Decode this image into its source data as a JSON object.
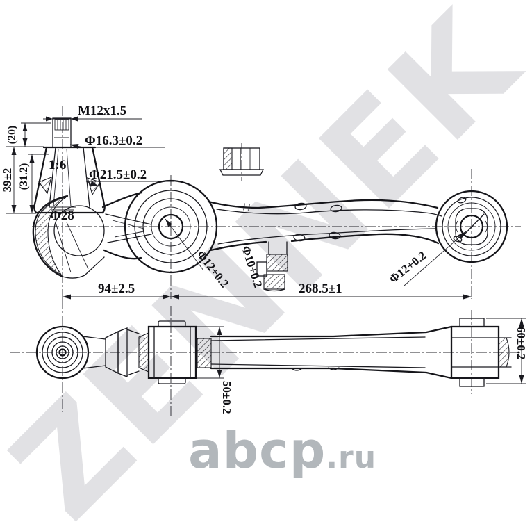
{
  "watermark": {
    "text": "ZENNEK"
  },
  "logo": {
    "main": "abcp",
    "suffix": ".ru"
  },
  "labels": {
    "thread": "M12x1.5",
    "len20": "(20)",
    "len39": "39±2",
    "len31": "(31.2)",
    "taper": "1:6",
    "dia163": "Φ16.3±0.2",
    "dia215": "Φ21.5±0.2",
    "dia28": "Φ28",
    "span94": "94±2.5",
    "span268": "268.5±1",
    "dia12c": "Φ12+0.2",
    "dia10": "Φ10+0.2",
    "dia12r": "Φ12+0.2",
    "h50": "50±0.2",
    "h60": "60±0.2"
  }
}
